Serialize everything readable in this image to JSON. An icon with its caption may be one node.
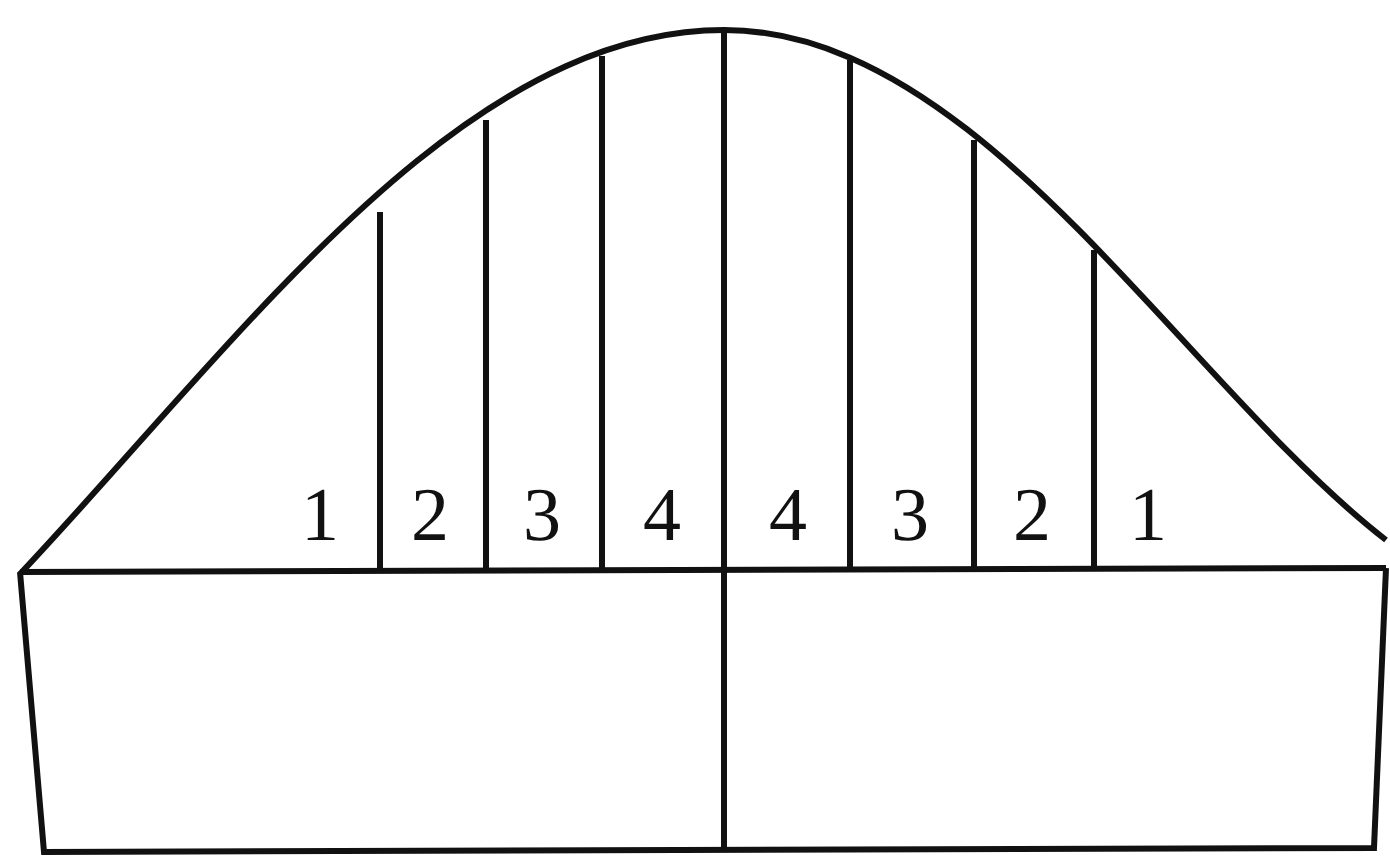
{
  "diagram": {
    "labels": [
      "1",
      "2",
      "3",
      "4",
      "4",
      "3",
      "2",
      "1"
    ]
  }
}
